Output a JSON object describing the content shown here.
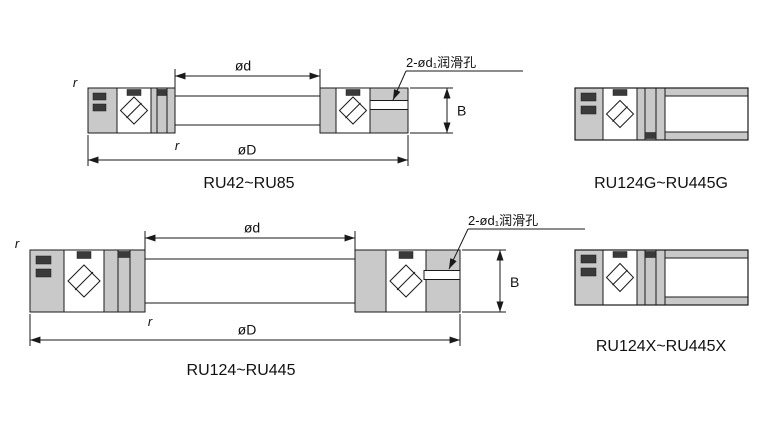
{
  "drawing": {
    "background": "#ffffff",
    "colors": {
      "section_gray": "#c9c9c9",
      "line": "#1a1a1a",
      "plug_dark": "#3a3a3a"
    },
    "ru42": {
      "title": "RU42~RU85",
      "inner_dia_label": "ød",
      "outer_dia_label": "øD",
      "width_label": "B",
      "radius_outer_label": "r",
      "radius_inner_label": "r",
      "lube_hole_note": "2-ød₁润滑孔"
    },
    "ru124g": {
      "title": "RU124G~RU445G"
    },
    "ru124": {
      "title": "RU124~RU445",
      "inner_dia_label": "ød",
      "outer_dia_label": "øD",
      "width_label": "B",
      "radius_outer_label": "r",
      "radius_inner_label": "r",
      "lube_hole_note": "2-ød₁润滑孔"
    },
    "ru124x": {
      "title": "RU124X~RU445X"
    }
  }
}
